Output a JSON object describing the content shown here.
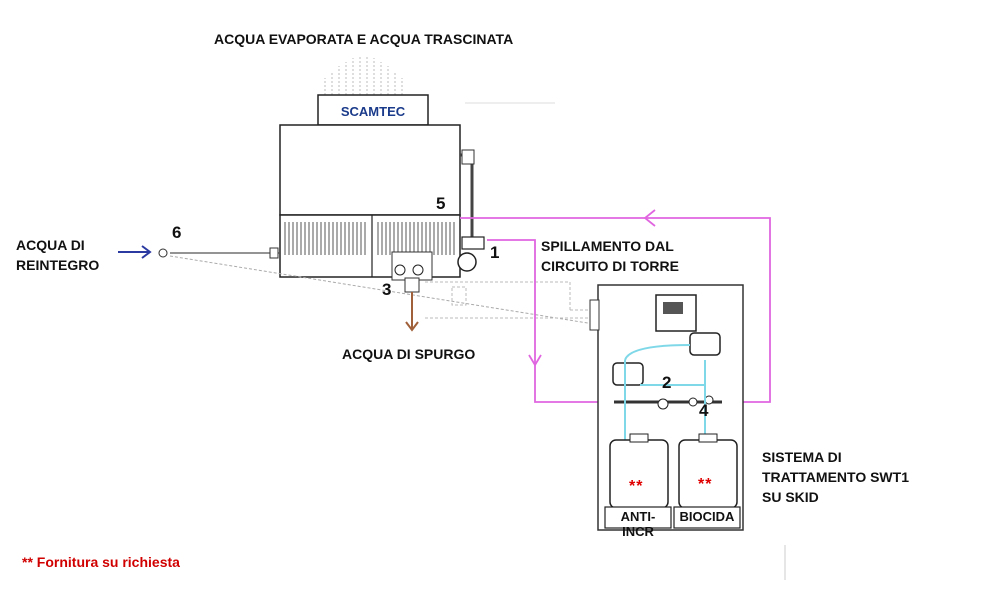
{
  "labels": {
    "top_title": "ACQUA EVAPORATA  E ACQUA TRASCINATA",
    "brand": "SCAMTEC",
    "reintegro_line1": "ACQUA DI",
    "reintegro_line2": "REINTEGRO",
    "spillamento_line1": "SPILLAMENTO DAL",
    "spillamento_line2": "CIRCUITO DI TORRE",
    "spurgo": "ACQUA DI SPURGO",
    "sistema_line1": "SISTEMA DI",
    "sistema_line2": "TRATTAMENTO SWT1",
    "sistema_line3": "SU SKID",
    "footnote": "** Fornitura su richiesta"
  },
  "numbers": {
    "n1": "1",
    "n2": "2",
    "n3": "3",
    "n4": "4",
    "n5": "5",
    "n6": "6"
  },
  "tanks": {
    "left_label": "ANTI-INCR",
    "right_label": "BIOCIDA",
    "stars": "**"
  },
  "colors": {
    "magenta_line": "#e066e0",
    "cyan_line": "#7fd8e8",
    "arrow_blue": "#2b3aa0",
    "arrow_brown": "#a0603a",
    "note_red": "#d10000"
  }
}
